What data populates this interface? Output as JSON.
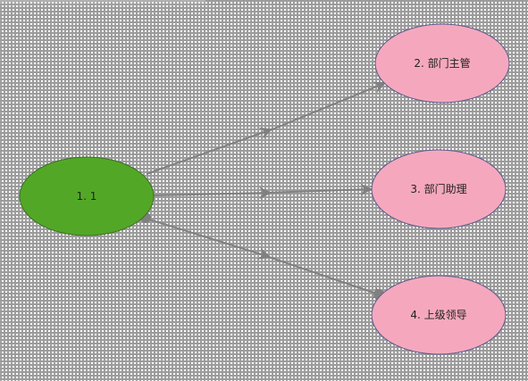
{
  "diagram": {
    "nodes": [
      {
        "id": "start",
        "label": "1. 1",
        "fill": "#52a826",
        "stroke": "#3f6e28"
      },
      {
        "id": "dept-head",
        "label": "2. 部门主管",
        "fill": "#f5a8bd",
        "stroke": "#5a5a8c"
      },
      {
        "id": "dept-assistant",
        "label": "3. 部门助理",
        "fill": "#f5a8bd",
        "stroke": "#5a5a8c"
      },
      {
        "id": "superior-leader",
        "label": "4. 上级领导",
        "fill": "#f5a8bd",
        "stroke": "#5a5a8c"
      }
    ],
    "edges": [
      {
        "from": "start",
        "to": "dept-head"
      },
      {
        "from": "start",
        "to": "dept-assistant"
      },
      {
        "from": "start",
        "to": "superior-leader"
      }
    ],
    "colors": {
      "edge": "#808080",
      "grid": "#a0a0a0",
      "background": "#ffffff"
    }
  }
}
